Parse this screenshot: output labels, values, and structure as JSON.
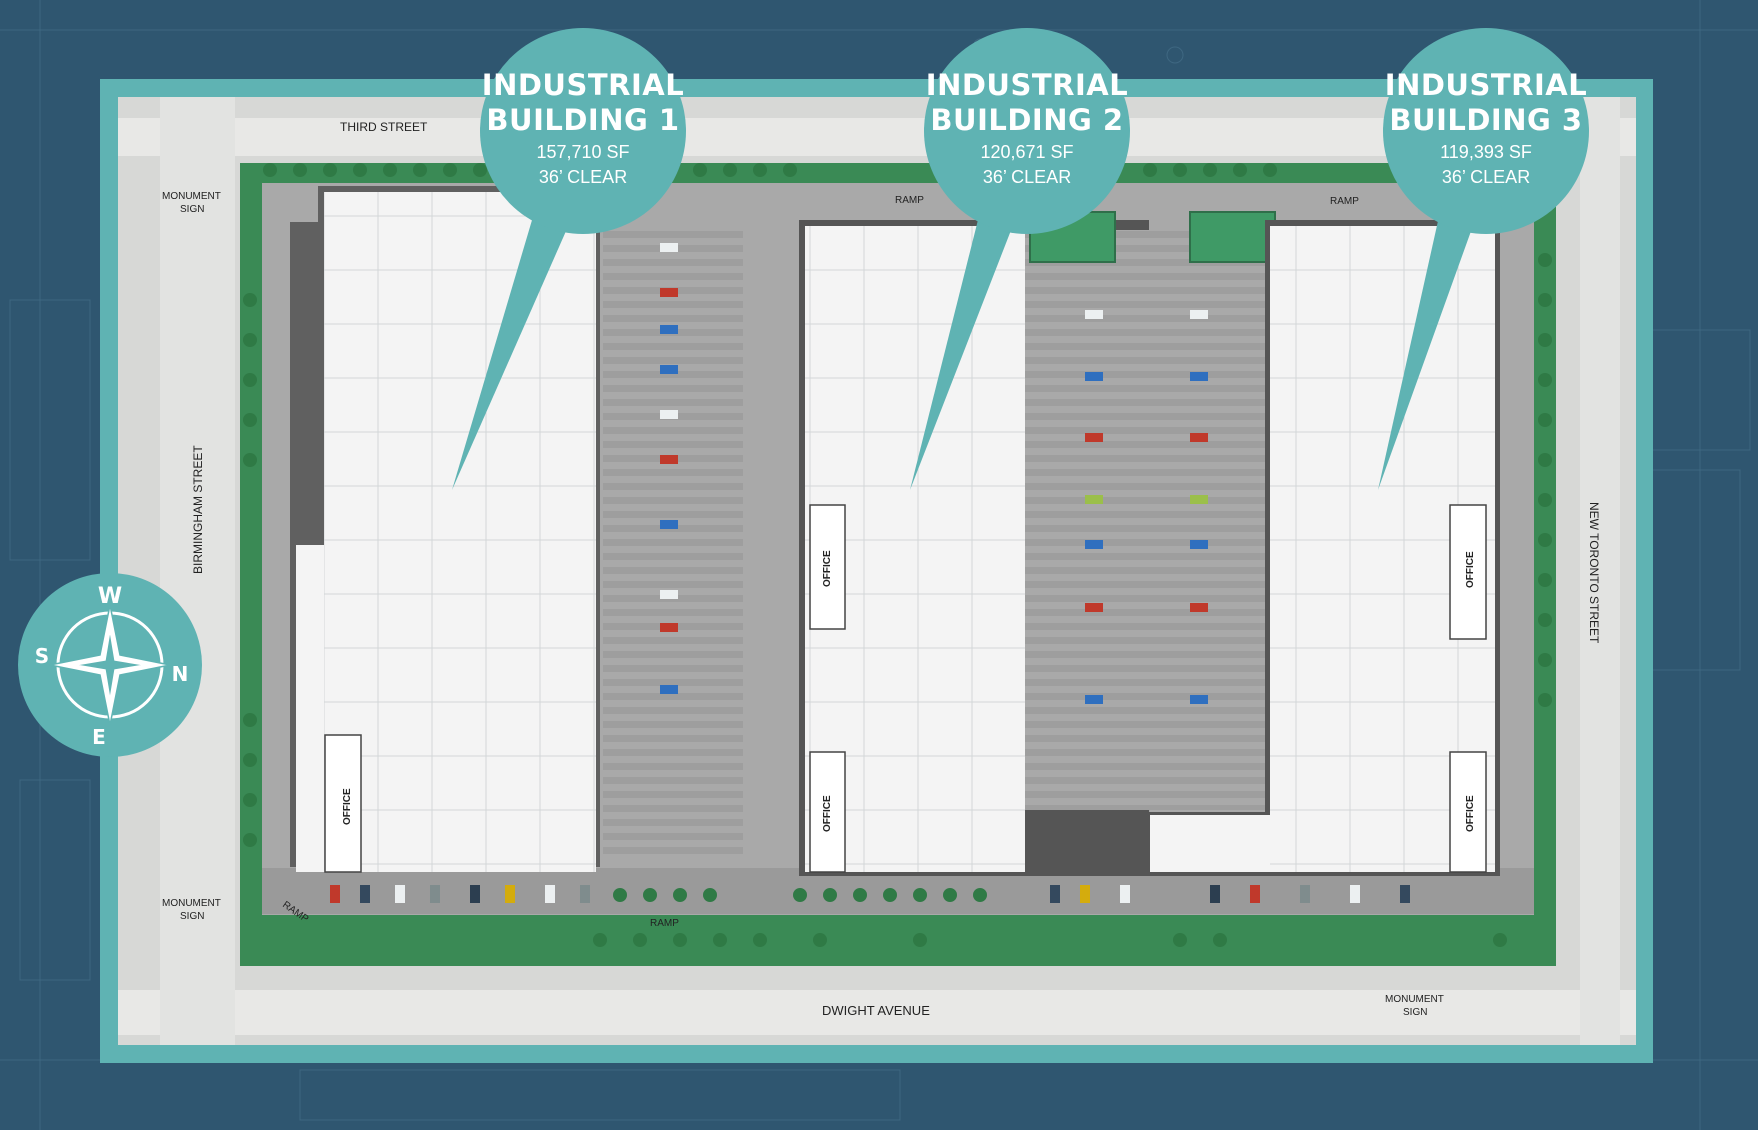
{
  "streets": {
    "north": "THIRD STREET",
    "west": "BIRMINGHAM STREET",
    "east": "NEW TORONTO STREET",
    "south": "DWIGHT AVENUE"
  },
  "site_labels": {
    "monument_sign_line1": "MONUMENT",
    "monument_sign_line2": "SIGN",
    "ramp": "RAMP",
    "office": "OFFICE"
  },
  "buildings": [
    {
      "name_line1": "INDUSTRIAL",
      "name_line2": "BUILDING 1",
      "area": "157,710 SF",
      "clear": "36’ CLEAR"
    },
    {
      "name_line1": "INDUSTRIAL",
      "name_line2": "BUILDING 2",
      "area": "120,671 SF",
      "clear": "36’ CLEAR"
    },
    {
      "name_line1": "INDUSTRIAL",
      "name_line2": "BUILDING 3",
      "area": "119,393 SF",
      "clear": "36’ CLEAR"
    }
  ],
  "compass": {
    "n": "N",
    "s": "S",
    "e": "E",
    "w": "W"
  },
  "colors": {
    "background": "#2f5670",
    "frame": "#5fb3b3",
    "landscape": "#3a8a55",
    "tree": "#2f7a45",
    "paving": "#a8a8a8",
    "building": "#f4f4f4"
  }
}
